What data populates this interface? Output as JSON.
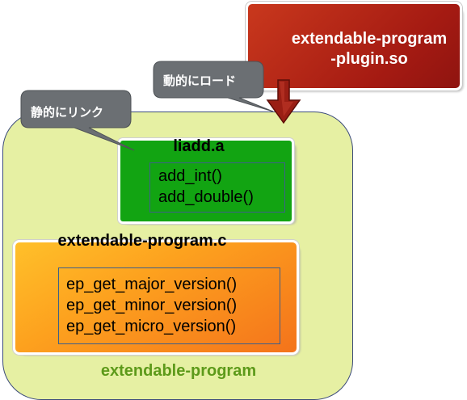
{
  "program": {
    "label": "extendable-program"
  },
  "static_library": {
    "title": "liadd.a",
    "functions": [
      "add_int()",
      "add_double()"
    ]
  },
  "source_module": {
    "title": "extendable-program.c",
    "functions": [
      "ep_get_major_version()",
      "ep_get_minor_version()",
      "ep_get_micro_version()"
    ]
  },
  "plugin": {
    "label_lines": [
      "extendable-program",
      "-plugin.so"
    ]
  },
  "callouts": {
    "dynamic_load": "動的にロード",
    "static_link": "静的にリンク"
  },
  "colors": {
    "program_fill": "#e6f0a3",
    "program_label": "#5d9a1a",
    "library_fill": "#12a412",
    "source_gradient_start": "#ffc02a",
    "source_gradient_end": "#f4731b",
    "plugin_fill": "#a41a12",
    "callout_fill": "#6b6f73",
    "arrow_fill": "#9a1e14"
  },
  "icons": {
    "load_arrow": "down-arrow-icon"
  }
}
